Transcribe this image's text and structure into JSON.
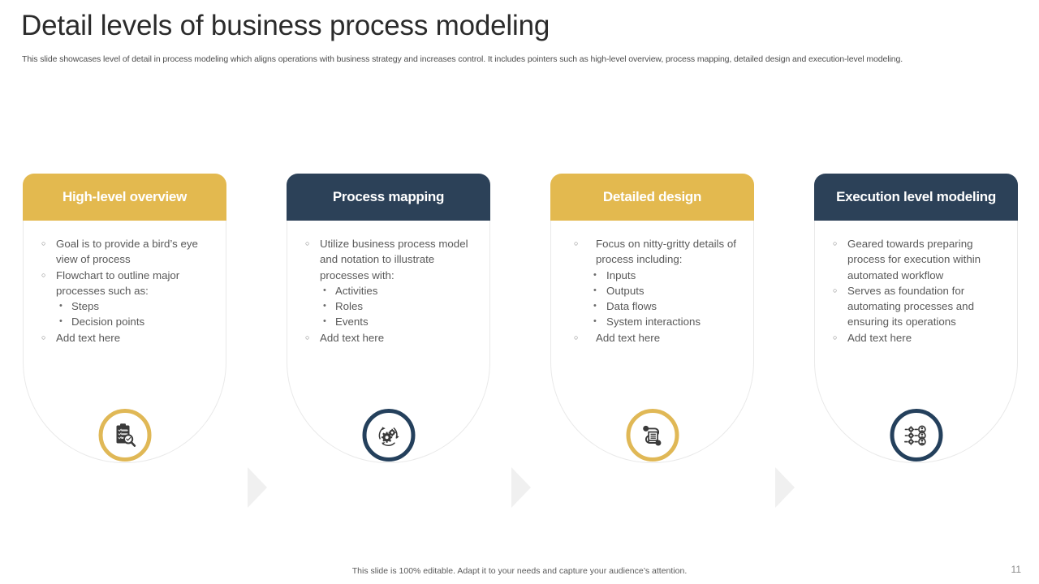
{
  "slide": {
    "title": "Detail levels of business process modeling",
    "subtitle": "This slide showcases level of detail in process modeling which aligns operations with business strategy and increases control. It includes pointers such as high-level overview, process mapping, detailed design and execution-level modeling.",
    "footer_note": "This slide is 100% editable. Adapt it to your needs and capture your audience’s attention.",
    "page_number": "11"
  },
  "colors": {
    "gold": "#e3b94f",
    "navy": "#2c4158",
    "icon_ring_gold": "#e0b856",
    "icon_ring_navy": "#24405c",
    "text_body": "#595959",
    "arrow": "#f0f0f0"
  },
  "cards": [
    {
      "title": "High-level overview",
      "theme": "gold",
      "icon": "clipboard-search-icon",
      "bullets": [
        {
          "level": 1,
          "text": "Goal is to provide a bird’s eye view of process"
        },
        {
          "level": 1,
          "text": "Flowchart to outline major processes such as:"
        },
        {
          "level": 2,
          "text": "Steps"
        },
        {
          "level": 2,
          "text": "Decision points"
        },
        {
          "level": 1,
          "text": "Add text here"
        }
      ]
    },
    {
      "title": "Process mapping",
      "theme": "navy",
      "icon": "gears-cycle-icon",
      "bullets": [
        {
          "level": 1,
          "text": "Utilize business process model and notation to illustrate processes with:"
        },
        {
          "level": 2,
          "text": "Activities"
        },
        {
          "level": 2,
          "text": "Roles"
        },
        {
          "level": 2,
          "text": "Events"
        },
        {
          "level": 1,
          "text": "Add text here"
        }
      ]
    },
    {
      "title": "Detailed design",
      "theme": "gold",
      "icon": "flowchart-document-icon",
      "bullets": [
        {
          "level": 1,
          "text": "Focus on nitty-gritty details of process including:"
        },
        {
          "level": 2,
          "text": "Inputs"
        },
        {
          "level": 2,
          "text": "Outputs"
        },
        {
          "level": 2,
          "text": "Data flows"
        },
        {
          "level": 2,
          "text": "System interactions"
        },
        {
          "level": 1,
          "text": "Add text here"
        }
      ]
    },
    {
      "title": "Execution level modeling",
      "theme": "navy",
      "icon": "workflow-automation-icon",
      "bullets": [
        {
          "level": 1,
          "text": "Geared towards preparing process for execution within automated workflow"
        },
        {
          "level": 1,
          "text": "Serves as foundation for automating processes and ensuring its operations"
        },
        {
          "level": 1,
          "text": "Add text here"
        }
      ]
    }
  ]
}
